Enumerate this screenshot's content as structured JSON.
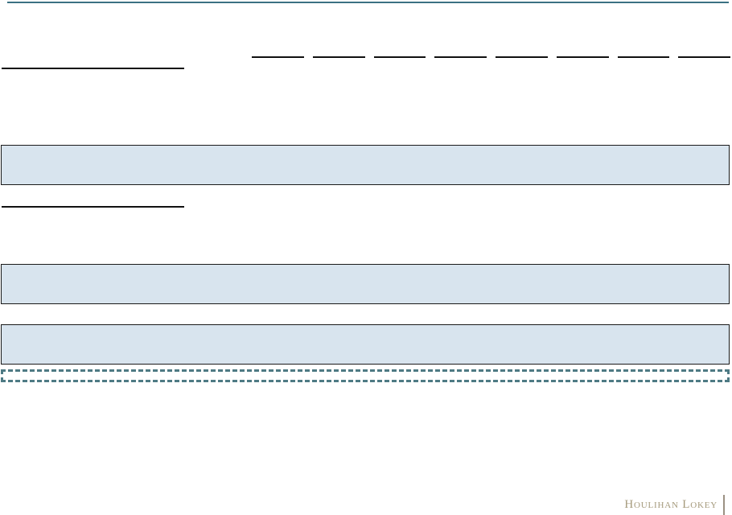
{
  "colors": {
    "top-rule": "#3b7183",
    "rule-ink": "#111111",
    "box-fill": "#d8e4ee",
    "box-border": "#1b1b1b",
    "dash": "#4e7a84",
    "logo-text": "#a59a7c",
    "logo-divider": "#9b9183"
  },
  "column_rules": {
    "count": 8
  },
  "highlight_boxes": {
    "count": 3
  },
  "footer": {
    "logo_text": "Houlihan Lokey"
  }
}
